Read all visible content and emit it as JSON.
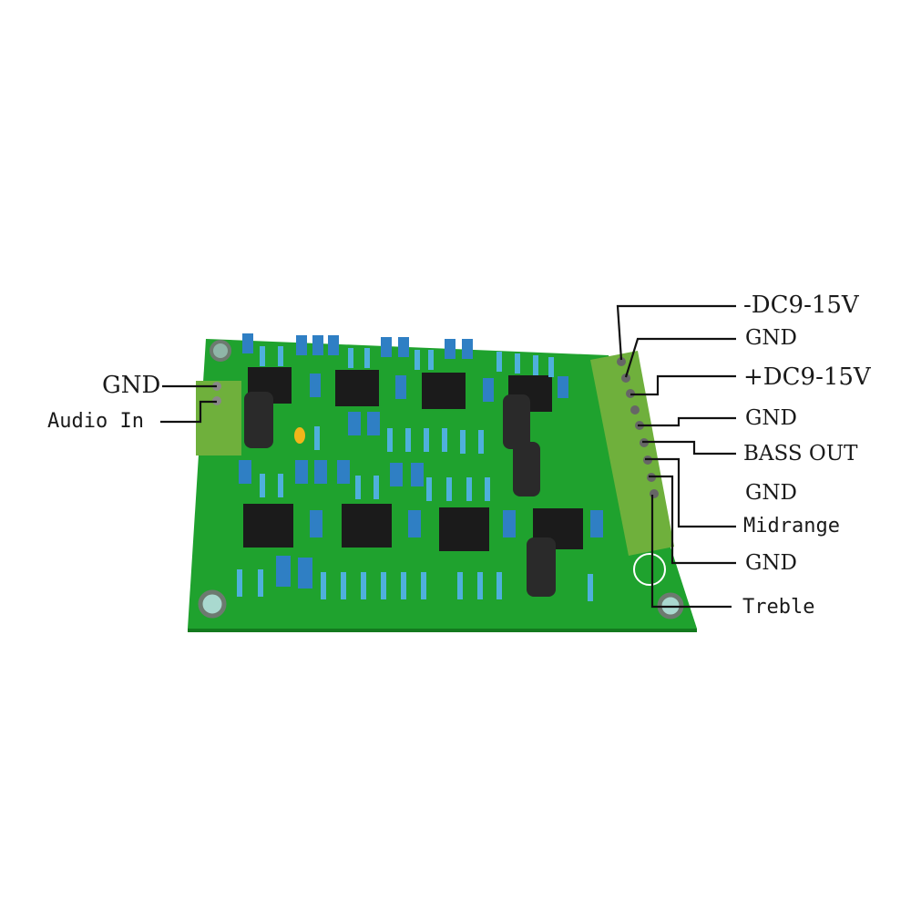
{
  "image": {
    "subject": "Three-way audio crossover PCB (green board, 8 op-amp ICs)",
    "board_color": "#1fa22e"
  },
  "labels_left": {
    "gnd": "GND",
    "audio_in": "Audio In"
  },
  "labels_right": {
    "neg_supply": "-DC9-15V",
    "gnd1": "GND",
    "pos_supply": "+DC9-15V",
    "gnd2": "GND",
    "bass_out": "BASS OUT",
    "gnd3": "GND",
    "midrange": "Midrange",
    "gnd4": "GND",
    "treble": "Treble"
  }
}
